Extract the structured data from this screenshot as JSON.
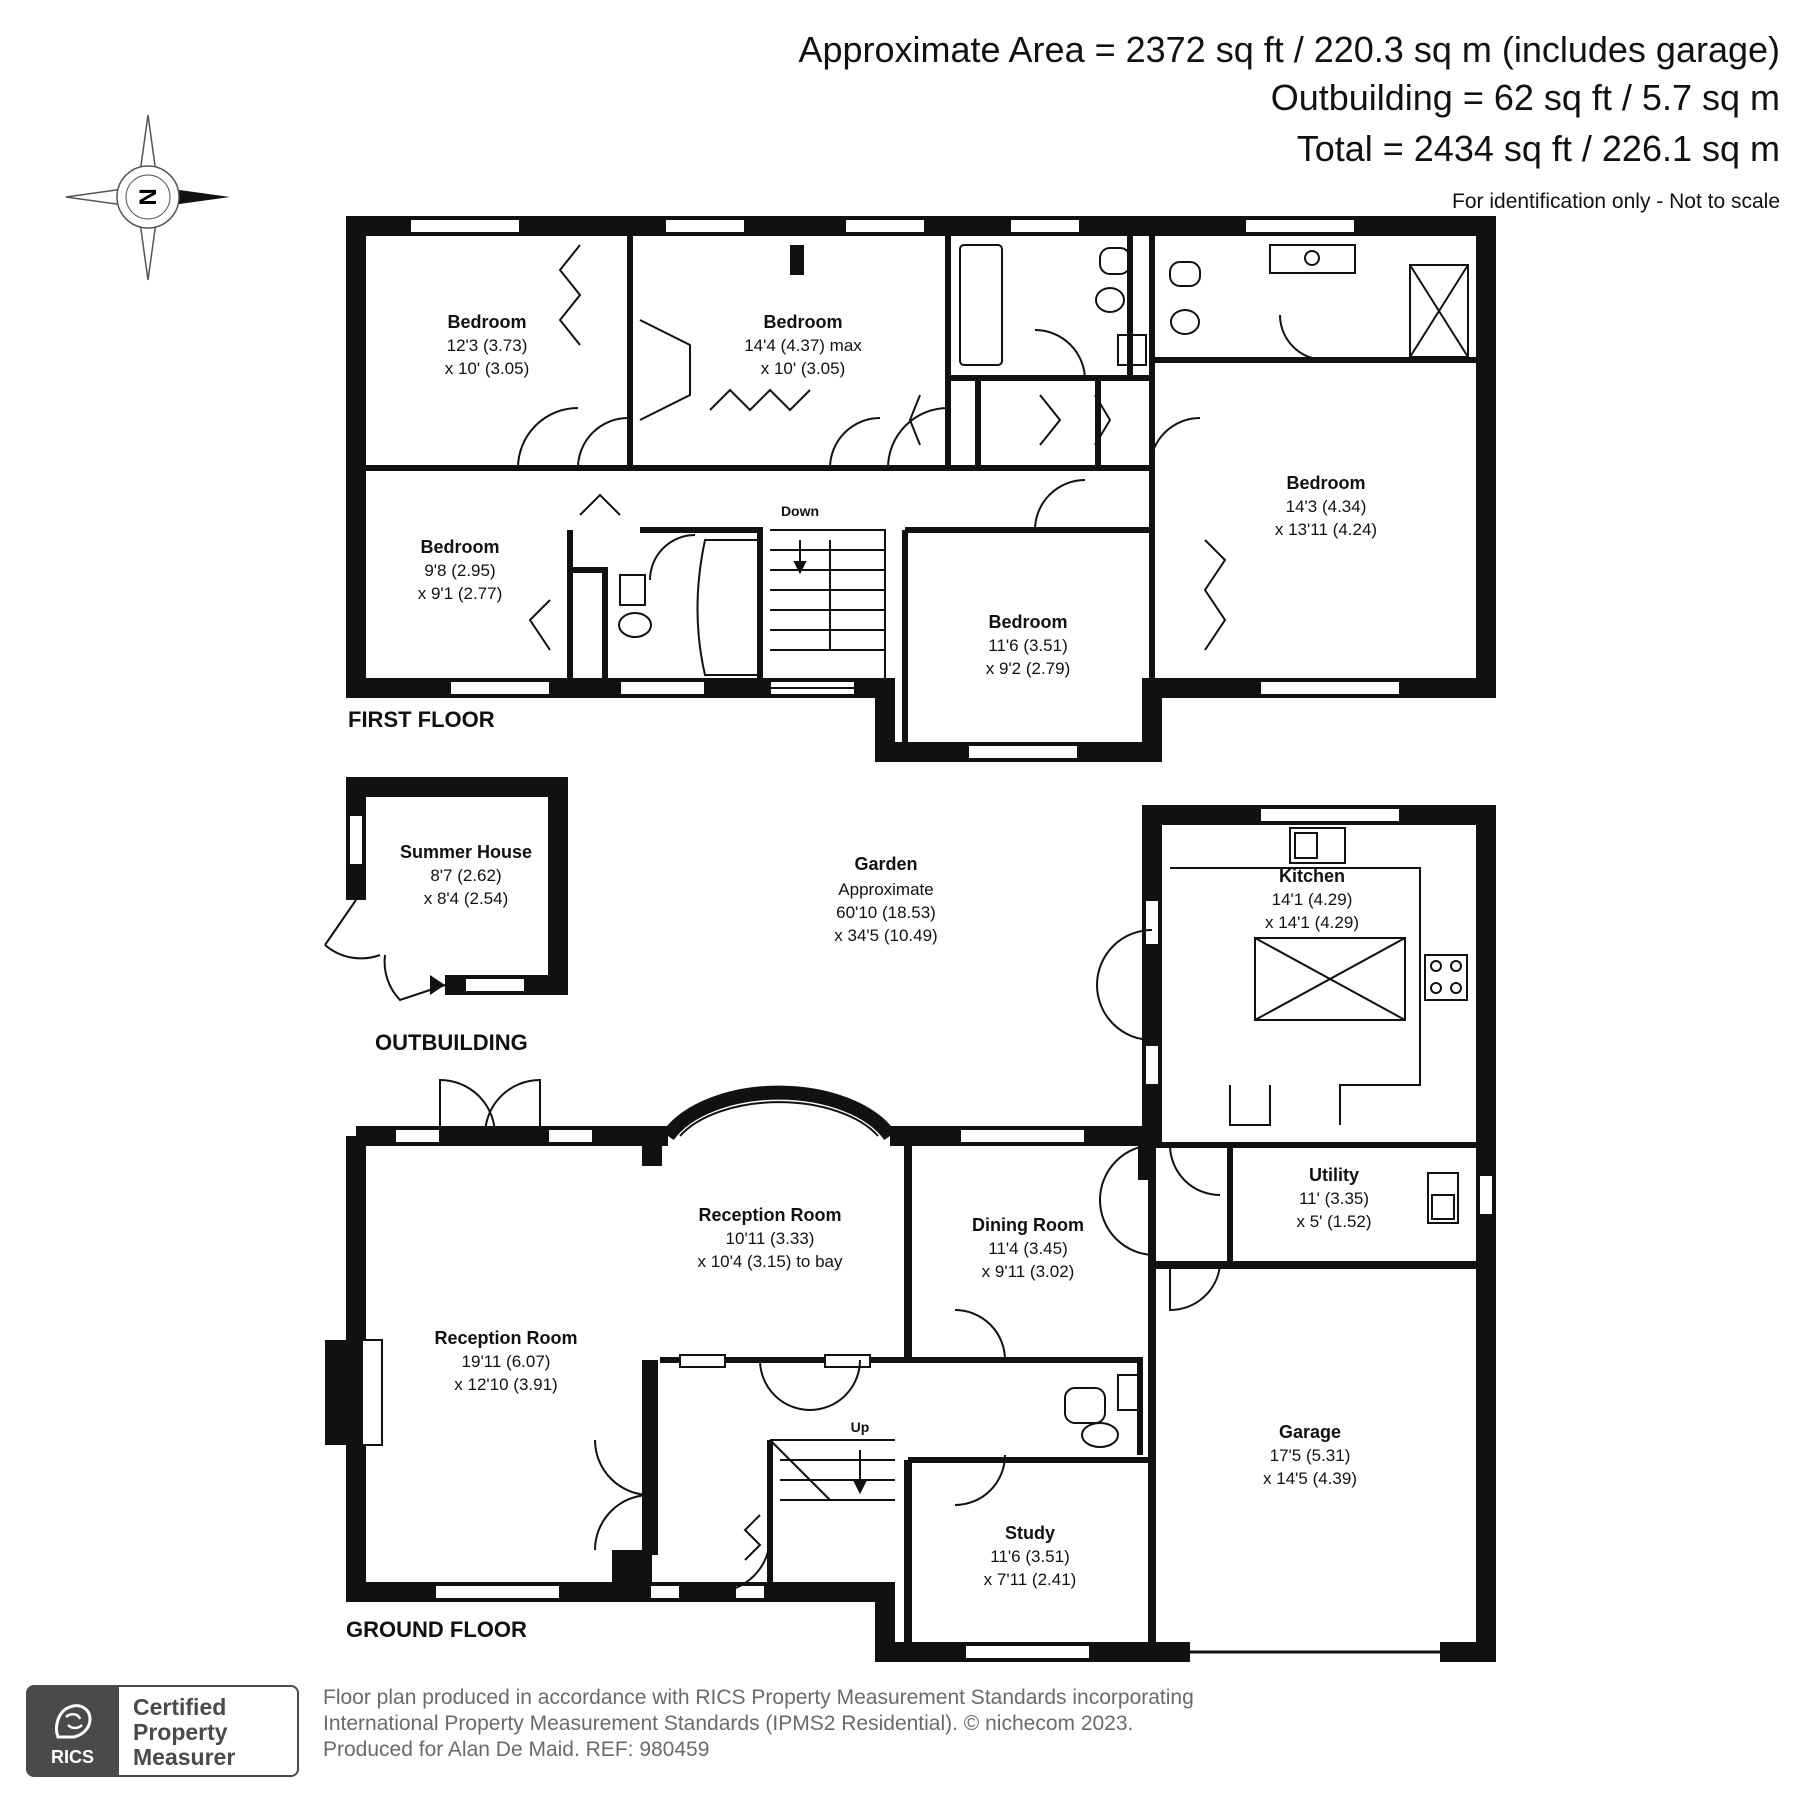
{
  "header": {
    "area_line": "Approximate Area = 2372 sq ft / 220.3 sq m (includes garage)",
    "outbuilding_line": "Outbuilding = 62 sq ft / 5.7 sq m",
    "total_line": "Total = 2434 sq ft / 226.1 sq m",
    "note": "For identification only - Not to scale"
  },
  "compass": {
    "letter": "N",
    "icon": "compass-icon"
  },
  "first_floor": {
    "label": "FIRST FLOOR",
    "stair_label": "Down",
    "rooms": [
      {
        "name": "Bedroom",
        "dim1": "12'3 (3.73)",
        "dim2": "x 10' (3.05)"
      },
      {
        "name": "Bedroom",
        "dim1": "14'4 (4.37) max",
        "dim2": "x 10' (3.05)"
      },
      {
        "name": "Bedroom",
        "dim1": "14'3 (4.34)",
        "dim2": "x 13'11 (4.24)"
      },
      {
        "name": "Bedroom",
        "dim1": "9'8 (2.95)",
        "dim2": "x 9'1 (2.77)"
      },
      {
        "name": "Bedroom",
        "dim1": "11'6 (3.51)",
        "dim2": "x 9'2 (2.79)"
      }
    ]
  },
  "outbuilding": {
    "label": "OUTBUILDING",
    "room": {
      "name": "Summer House",
      "dim1": "8'7 (2.62)",
      "dim2": "x 8'4 (2.54)"
    }
  },
  "garden": {
    "name": "Garden",
    "line1": "Approximate",
    "dim1": "60'10 (18.53)",
    "dim2": "x 34'5 (10.49)"
  },
  "ground_floor": {
    "label": "GROUND FLOOR",
    "stair_label": "Up",
    "rooms": [
      {
        "name": "Kitchen",
        "dim1": "14'1 (4.29)",
        "dim2": "x 14'1 (4.29)"
      },
      {
        "name": "Utility",
        "dim1": "11' (3.35)",
        "dim2": "x 5' (1.52)"
      },
      {
        "name": "Reception Room",
        "dim1": "10'11 (3.33)",
        "dim2": "x 10'4 (3.15) to bay"
      },
      {
        "name": "Dining Room",
        "dim1": "11'4 (3.45)",
        "dim2": "x 9'11 (3.02)"
      },
      {
        "name": "Reception Room",
        "dim1": "19'11 (6.07)",
        "dim2": "x 12'10 (3.91)"
      },
      {
        "name": "Garage",
        "dim1": "17'5 (5.31)",
        "dim2": "x 14'5 (4.39)"
      },
      {
        "name": "Study",
        "dim1": "11'6 (3.51)",
        "dim2": "x 7'11 (2.41)"
      }
    ]
  },
  "footer": {
    "rics_text": "RICS",
    "badge_line1": "Certified",
    "badge_line2": "Property",
    "badge_line3": "Measurer",
    "note_line1": "Floor plan produced in accordance with RICS Property Measurement Standards incorporating",
    "note_line2": "International Property Measurement Standards (IPMS2 Residential).   © nichecom 2023.",
    "note_line3": "Produced for Alan De Maid.   REF: 980459"
  }
}
